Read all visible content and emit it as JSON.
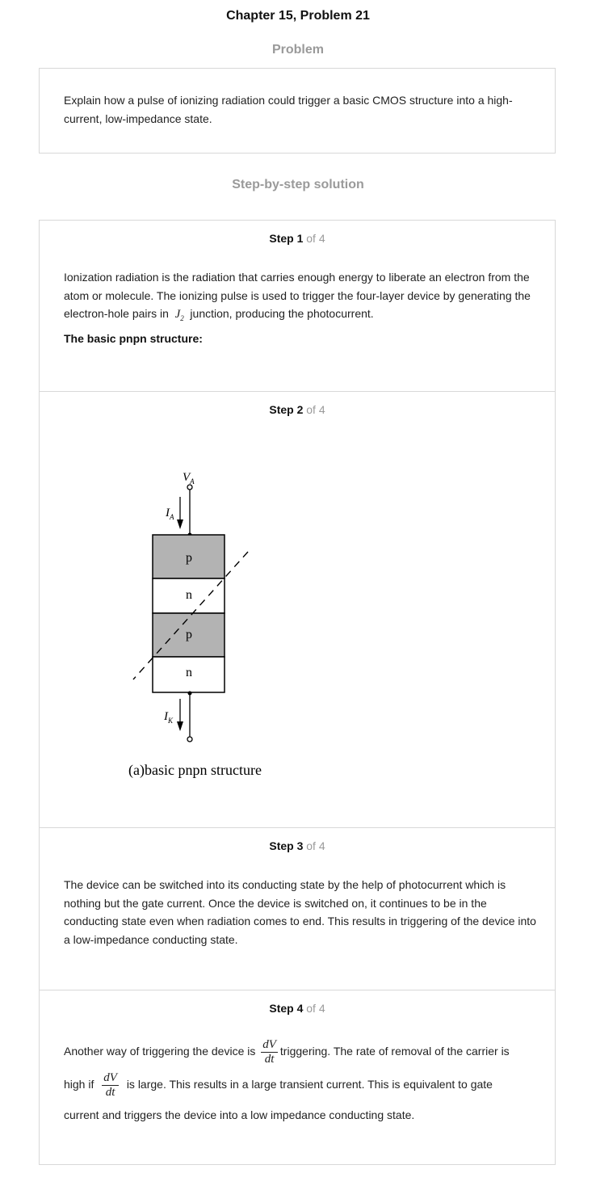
{
  "header": {
    "title": "Chapter 15, Problem 21",
    "problem_heading": "Problem",
    "solution_heading": "Step-by-step solution"
  },
  "problem": {
    "text": "Explain how a pulse of ionizing radiation could trigger a basic CMOS structure into a high-current, low-impedance state."
  },
  "steps": [
    {
      "number": "Step 1",
      "of": "of 4",
      "text_a": "Ionization radiation is the radiation that carries enough energy to liberate an electron from the atom or molecule. The ionizing pulse is used to trigger the four-layer device by generating the electron-hole pairs in",
      "math": "J",
      "math_sub": "2",
      "text_b": "junction, producing the photocurrent.",
      "bold_line": "The basic pnpn structure:"
    },
    {
      "number": "Step 2",
      "of": "of 4",
      "figure": {
        "top_label": "V",
        "top_label_sub": "A",
        "current_top": "I",
        "current_top_sub": "A",
        "current_bottom": "I",
        "current_bottom_sub": "K",
        "layers": [
          "p",
          "n",
          "p",
          "n"
        ],
        "caption": "(a)basic pnpn structure",
        "layer_colors": [
          "#b3b3b3",
          "#ffffff",
          "#b3b3b3",
          "#ffffff"
        ]
      }
    },
    {
      "number": "Step 3",
      "of": "of 4",
      "text": "The device can be switched into its conducting state by the help of photocurrent which is nothing but the gate current. Once the device is switched on, it continues to be in the conducting state even when radiation comes to end. This results in triggering of the device into a low-impedance conducting state."
    },
    {
      "number": "Step 4",
      "of": "of 4",
      "text_a": "Another way of triggering the device is",
      "frac_num": "dV",
      "frac_den": "dt",
      "text_b": "triggering. The rate of removal of the carrier is",
      "text_c": "high if",
      "text_d": "is large. This results in a large transient current. This is equivalent to gate",
      "text_e": "current and triggers the device into a low impedance conducting state."
    }
  ]
}
